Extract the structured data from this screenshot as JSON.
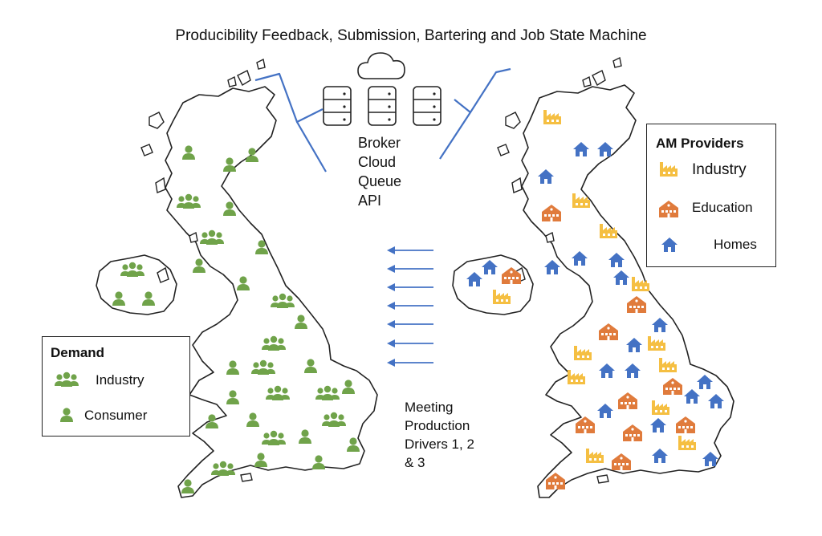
{
  "title": "Producibility Feedback, Submission, Bartering and Job State Machine",
  "broker": {
    "lines": [
      "Broker",
      "Cloud",
      "Queue",
      "API"
    ]
  },
  "meeting": {
    "lines": [
      "Meeting",
      "Production",
      "Drivers 1, 2",
      "& 3"
    ]
  },
  "demand_legend": {
    "title": "Demand",
    "industry_label": "Industry",
    "consumer_label": "Consumer"
  },
  "am_legend": {
    "title": "AM Providers",
    "industry_label": "Industry",
    "education_label": "Education",
    "homes_label": "Homes"
  },
  "colors": {
    "demand": "#70a34a",
    "industry": "#f5bf42",
    "education": "#e07b3c",
    "homes": "#4472c4",
    "bracket": "#4472c4",
    "arrows": "#4472c4",
    "outline": "#222222"
  }
}
